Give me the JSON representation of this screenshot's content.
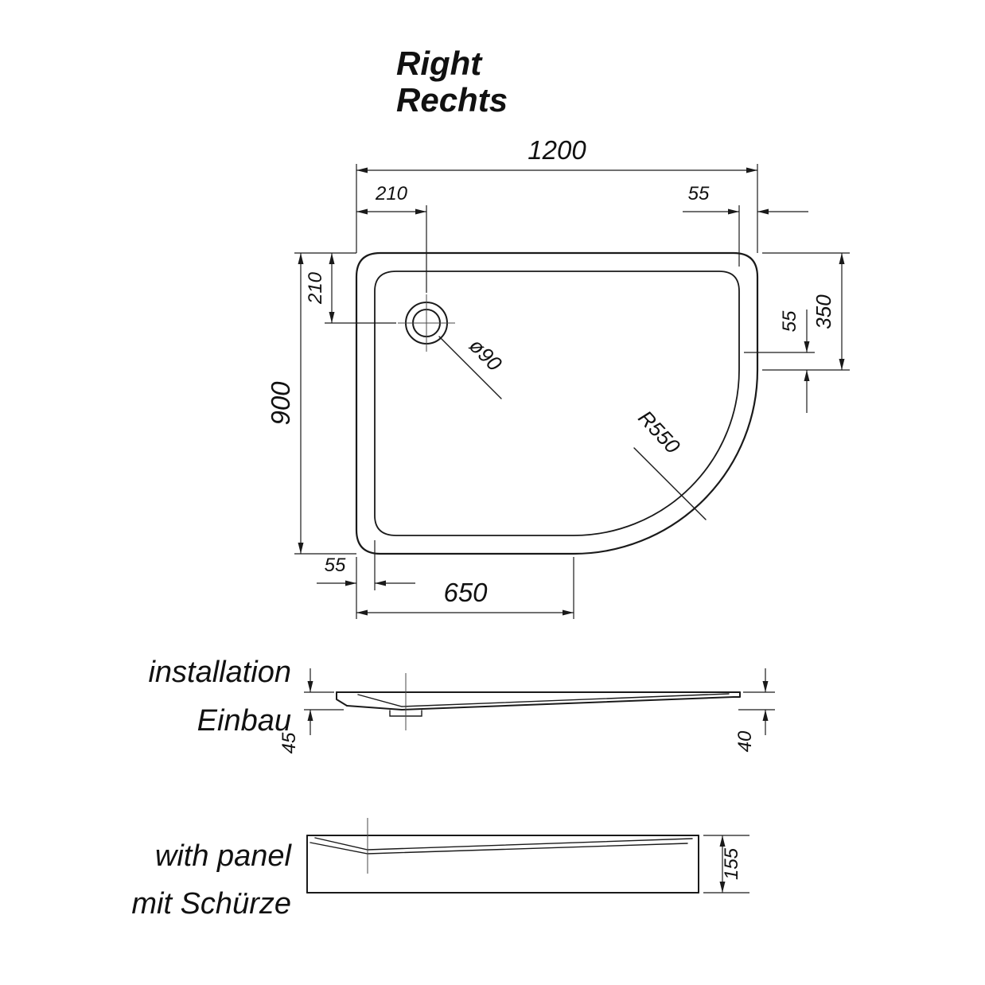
{
  "title": {
    "en": "Right",
    "de": "Rechts"
  },
  "plan": {
    "width": "1200",
    "height": "900",
    "drain_offset_x": "210",
    "drain_offset_y": "210",
    "rim_top_right": "55",
    "right_edge": "350",
    "rim_right": "55",
    "rim_left": "55",
    "bottom_edge": "650",
    "drain_diameter": "ø90",
    "corner_radius": "R550"
  },
  "installation": {
    "label_en": "installation",
    "label_de": "Einbau",
    "height_left": "45",
    "height_right": "40"
  },
  "panel": {
    "label_en": "with panel",
    "label_de": "mit Schürze",
    "height": "155"
  },
  "colors": {
    "line": "#1a1a1a",
    "background": "#ffffff"
  }
}
